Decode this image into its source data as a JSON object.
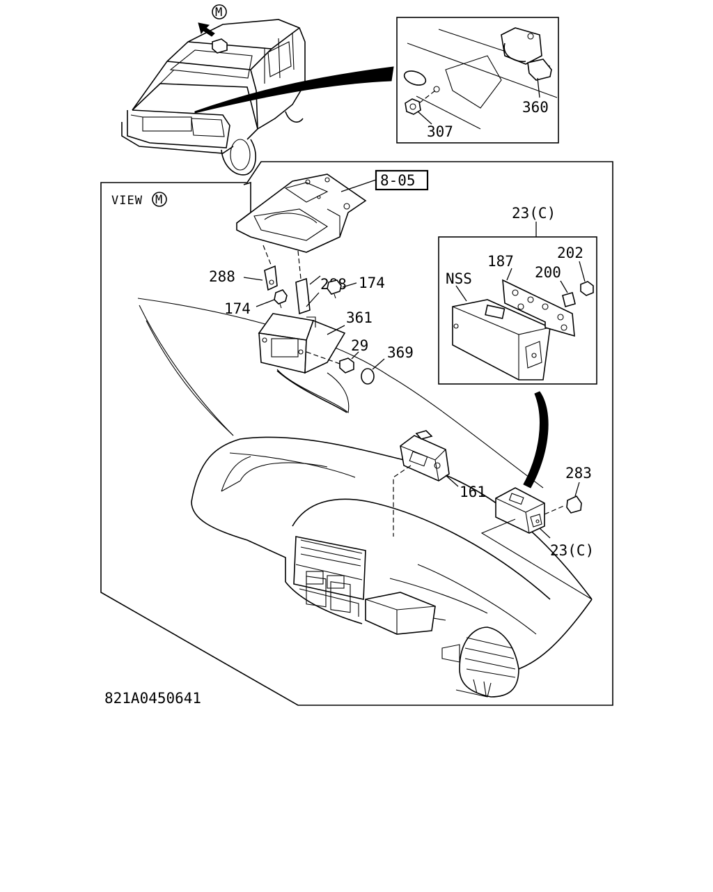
{
  "view_label": "VIEW",
  "view_marker": "M",
  "top_marker": "M",
  "reference_box": "8-05",
  "drawing_code": "821A0450641",
  "callouts": {
    "p360": "360",
    "p307": "307",
    "p23c_top": "23(C)",
    "p187": "187",
    "p202": "202",
    "p200": "200",
    "nss": "NSS",
    "p288_left": "288",
    "p288_right": "288",
    "p174_right": "174",
    "p174_left": "174",
    "p361": "361",
    "p29": "29",
    "p369": "369",
    "p161": "161",
    "p283": "283",
    "p23c_bottom": "23(C)"
  }
}
